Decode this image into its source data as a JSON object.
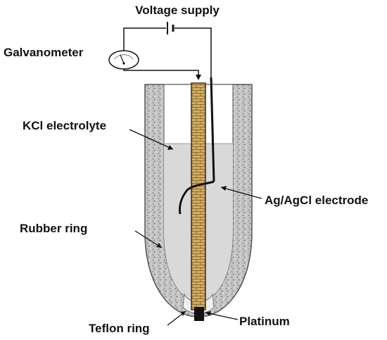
{
  "labels": {
    "voltage_supply": "Voltage supply",
    "galvanometer": "Galvanometer",
    "kcl_electrolyte": "KCl electrolyte",
    "ag_agcl_electrode": "Ag/AgCl electrode",
    "rubber_ring": "Rubber ring",
    "teflon_ring": "Teflon ring",
    "platinum": "Platinum"
  },
  "colors": {
    "electrolyte": "#d9d9d9",
    "rubber": "#b8b8b8",
    "wire": "#111111",
    "tube": "#c8a45a",
    "platinum": "#111111"
  }
}
